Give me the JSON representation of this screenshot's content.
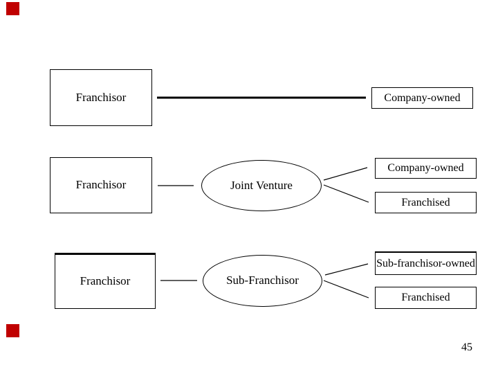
{
  "slide": {
    "page_number": "45",
    "accent_color": "#c00000"
  },
  "diagram": {
    "rows": [
      {
        "source": "Franchisor",
        "targets": [
          "Company-owned"
        ]
      },
      {
        "source": "Franchisor",
        "via": "Joint Venture",
        "targets": [
          "Company-owned",
          "Franchised"
        ]
      },
      {
        "source": "Franchisor",
        "via": "Sub-Franchisor",
        "targets": [
          "Sub-franchisor-owned",
          "Franchised"
        ]
      }
    ]
  }
}
